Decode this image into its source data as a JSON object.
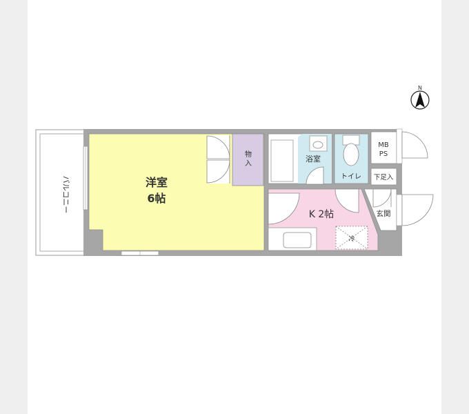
{
  "floor_plan": {
    "colors": {
      "background": "#efefef",
      "panel": "#ffffff",
      "wall": "#a6a6a6",
      "western_room": "#fdfcb3",
      "storage": "#d8cbe4",
      "bath": "#cfeaf0",
      "toilet": "#cfeaf0",
      "kitchen": "#f9d6e6",
      "line": "#8c8c8c"
    },
    "compass": {
      "label": "N"
    },
    "rooms": {
      "balcony": {
        "label": "バルコニー"
      },
      "western_room": {
        "name": "洋室",
        "size": "6帖"
      },
      "storage": {
        "label": "物入"
      },
      "bath": {
        "label": "浴室"
      },
      "toilet": {
        "label": "トイレ"
      },
      "mbps": {
        "line1": "MB",
        "line2": "PS"
      },
      "shoe_closet": {
        "label": "下足入"
      },
      "kitchen": {
        "label": "K 2帖"
      },
      "fridge": {
        "label": "冷"
      },
      "entrance": {
        "label": "玄関"
      }
    }
  }
}
